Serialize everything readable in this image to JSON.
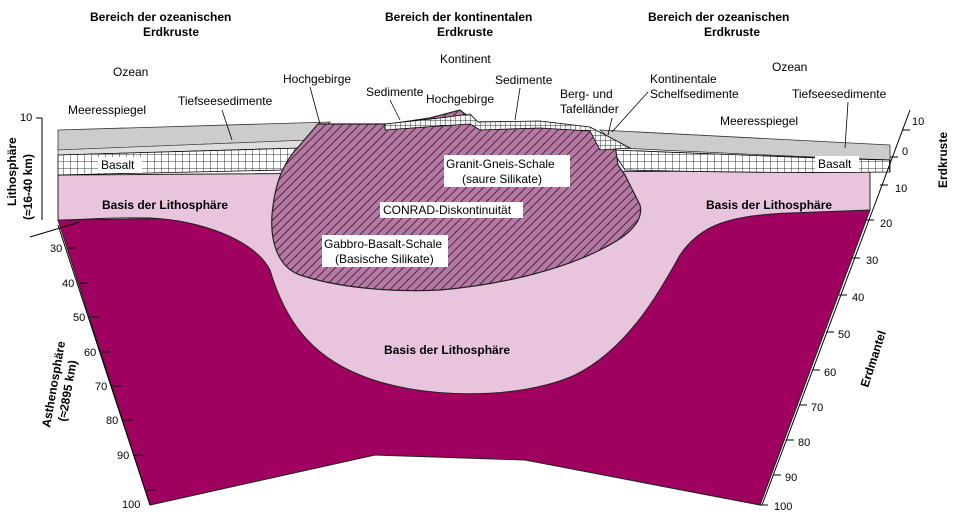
{
  "header": {
    "left": [
      "Bereich der ozeanischen",
      "Erdkruste"
    ],
    "center": [
      "Bereich der kontinentalen",
      "Erdkruste"
    ],
    "right": [
      "Bereich der ozeanischen",
      "Erdkruste"
    ]
  },
  "labels": {
    "ozean_left": "Ozean",
    "ozean_right": "Ozean",
    "kontinent": "Kontinent",
    "meeresspiegel_left": "Meeresspiegel",
    "meeresspiegel_right": "Meeresspiegel",
    "tiefsee_left": "Tiefseesedimente",
    "tiefsee_right": "Tiefseesedimente",
    "hochgebirge_left": "Hochgebirge",
    "hochgebirge_center": "Hochgebirge",
    "sedimente_left": "Sedimente",
    "sedimente_right": "Sedimente",
    "berg_line1": "Berg- und",
    "berg_line2": "Tafelländer",
    "schelf_line1": "Kontinentale",
    "schelf_line2": "Schelfsedimente",
    "basalt_left": "Basalt",
    "basalt_right": "Basalt",
    "granit_line1": "Granit-Gneis-Schale",
    "granit_line2": "(saure Silikate)",
    "conrad": "CONRAD-Diskontinuität",
    "gabbro_line1": "Gabbro-Basalt-Schale",
    "gabbro_line2": "(Basische Silikate)",
    "basis_left": "Basis der Lithosphäre",
    "basis_right": "Basis der Lithosphäre",
    "basis_center": "Basis der Lithosphäre"
  },
  "axes": {
    "left_title_1": "Lithosphäre",
    "left_title_2": "(≈16-40 km)",
    "left_title_3": "Asthenosphäre",
    "left_title_4": "(≈2895 km)",
    "right_title_1": "Erdkruste",
    "right_title_2": "Erdmantel",
    "left_ticks": [
      "10",
      "30",
      "40",
      "50",
      "60",
      "70",
      "80",
      "90",
      "100"
    ],
    "right_ticks": [
      "10",
      "0",
      "10",
      "20",
      "30",
      "40",
      "50",
      "60",
      "70",
      "80",
      "90",
      "100"
    ]
  },
  "colors": {
    "mantle": "#a0005f",
    "lithosphere": "#e9c5dd",
    "continent_hatch": "#7a2a58",
    "ocean": "#cccccc",
    "basalt_grid": "#000000"
  }
}
